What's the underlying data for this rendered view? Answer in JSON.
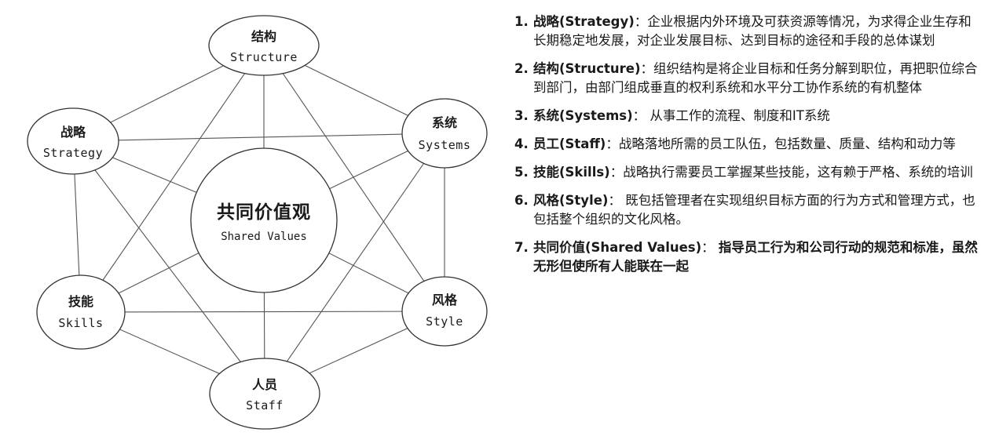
{
  "diagram": {
    "center": {
      "zh": "共同价值观",
      "en": "Shared Values"
    },
    "nodes": [
      {
        "id": "structure",
        "zh": "结构",
        "en": "Structure"
      },
      {
        "id": "strategy",
        "zh": "战略",
        "en": "Strategy"
      },
      {
        "id": "systems",
        "zh": "系统",
        "en": "Systems"
      },
      {
        "id": "skills",
        "zh": "技能",
        "en": "Skills"
      },
      {
        "id": "style",
        "zh": "风格",
        "en": "Style"
      },
      {
        "id": "staff",
        "zh": "人员",
        "en": "Staff"
      }
    ]
  },
  "definitions": [
    {
      "num": "1.",
      "term": "战略(Strategy)",
      "sep": "：",
      "desc": "企业根据内外环境及可获资源等情况，为求得企业生存和长期稳定地发展，对企业发展目标、达到目标的途径和手段的总体谋划"
    },
    {
      "num": "2.",
      "term": "结构(Structure)",
      "sep": "：",
      "desc": "组织结构是将企业目标和任务分解到职位，再把职位综合到部门，由部门组成垂直的权利系统和水平分工协作系统的有机整体"
    },
    {
      "num": "3.",
      "term": "系统(Systems)",
      "sep": "： ",
      "desc": "从事工作的流程、制度和IT系统"
    },
    {
      "num": "4.",
      "term": "员工(Staff)",
      "sep": "：",
      "desc": "战略落地所需的员工队伍，包括数量、质量、结构和动力等"
    },
    {
      "num": "5.",
      "term": "技能(Skills)",
      "sep": "：",
      "desc": "战略执行需要员工掌握某些技能，这有赖于严格、系统的培训"
    },
    {
      "num": "6.",
      "term": "风格(Style)",
      "sep": "： ",
      "desc": "既包括管理者在实现组织目标方面的行为方式和管理方式，也包括整个组织的文化风格。"
    },
    {
      "num": "7.",
      "term": "共同价值(Shared Values)",
      "sep": "： ",
      "desc": "指导员工行为和公司行动的规范和标准，虽然无形但使所有人能联在一起"
    }
  ]
}
